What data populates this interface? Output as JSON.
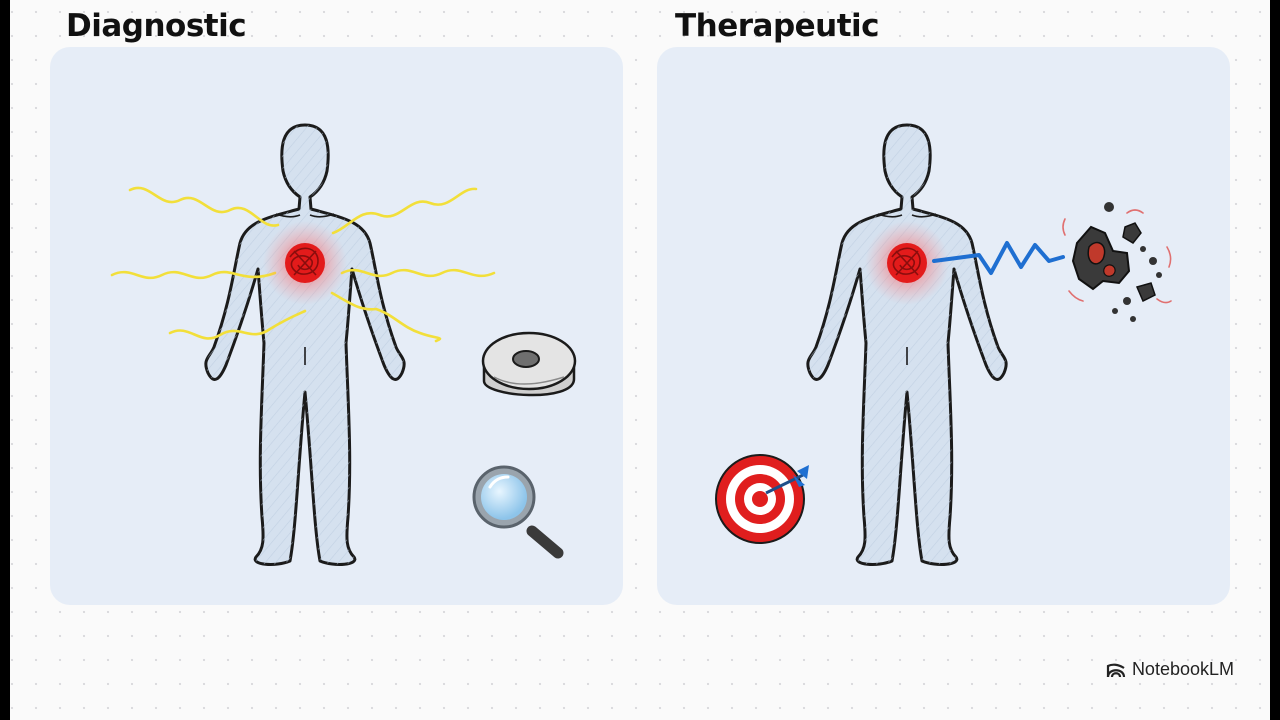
{
  "panels": [
    {
      "title": "Diagnostic"
    },
    {
      "title": "Therapeutic"
    }
  ],
  "brand": {
    "name": "NotebookLM",
    "icon": "notebooklm-logo-icon"
  },
  "colors": {
    "panel_bg": "#e6edf7",
    "hotspot": "#e31b1b",
    "signal_wave": "#f2df3a",
    "beam": "#1f6fd1",
    "target_red": "#e01e1e"
  }
}
